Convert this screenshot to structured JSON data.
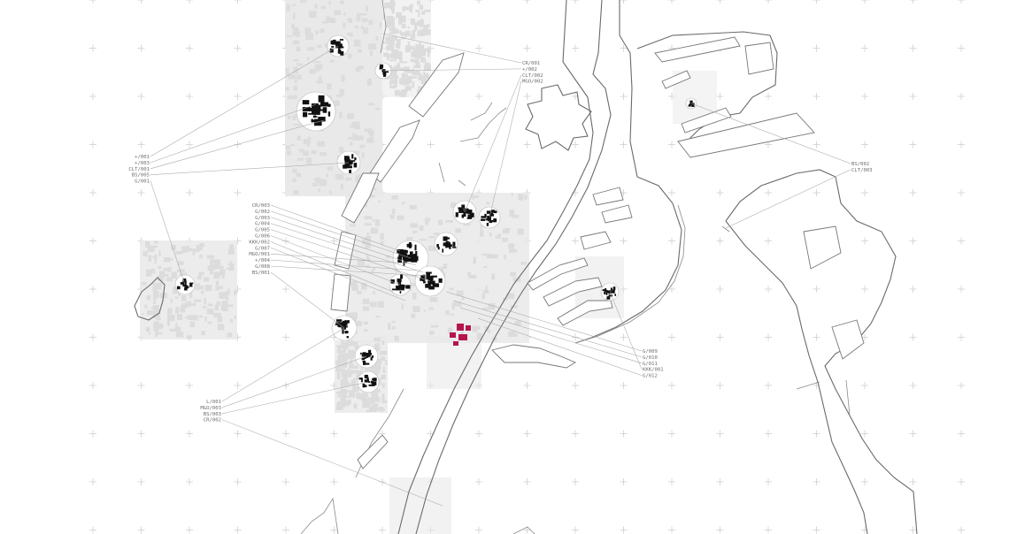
{
  "map": {
    "accent_color": "#b5154f",
    "line_color": "#6a6a6a",
    "figure_ground_color": "#111111"
  },
  "label_groups": {
    "nw": [
      "+/001",
      "+/003",
      "CLT/001",
      "BS/005",
      "G/001"
    ],
    "top": [
      "CR/001",
      "+/002",
      "CLT/002",
      "MGO/002"
    ],
    "center": [
      "CR/003",
      "G/002",
      "G/003",
      "G/004",
      "G/005",
      "G/006",
      "KKK/002",
      "G/007",
      "MGO/001",
      "+/004",
      "G/008",
      "BS/001"
    ],
    "east": [
      "BS/002",
      "CLT/003"
    ],
    "se": [
      "G/009",
      "G/010",
      "G/011",
      "KKK/001",
      "G/012"
    ],
    "sw": [
      "L/001",
      "MGO/003",
      "BS/003",
      "CR/002"
    ]
  }
}
